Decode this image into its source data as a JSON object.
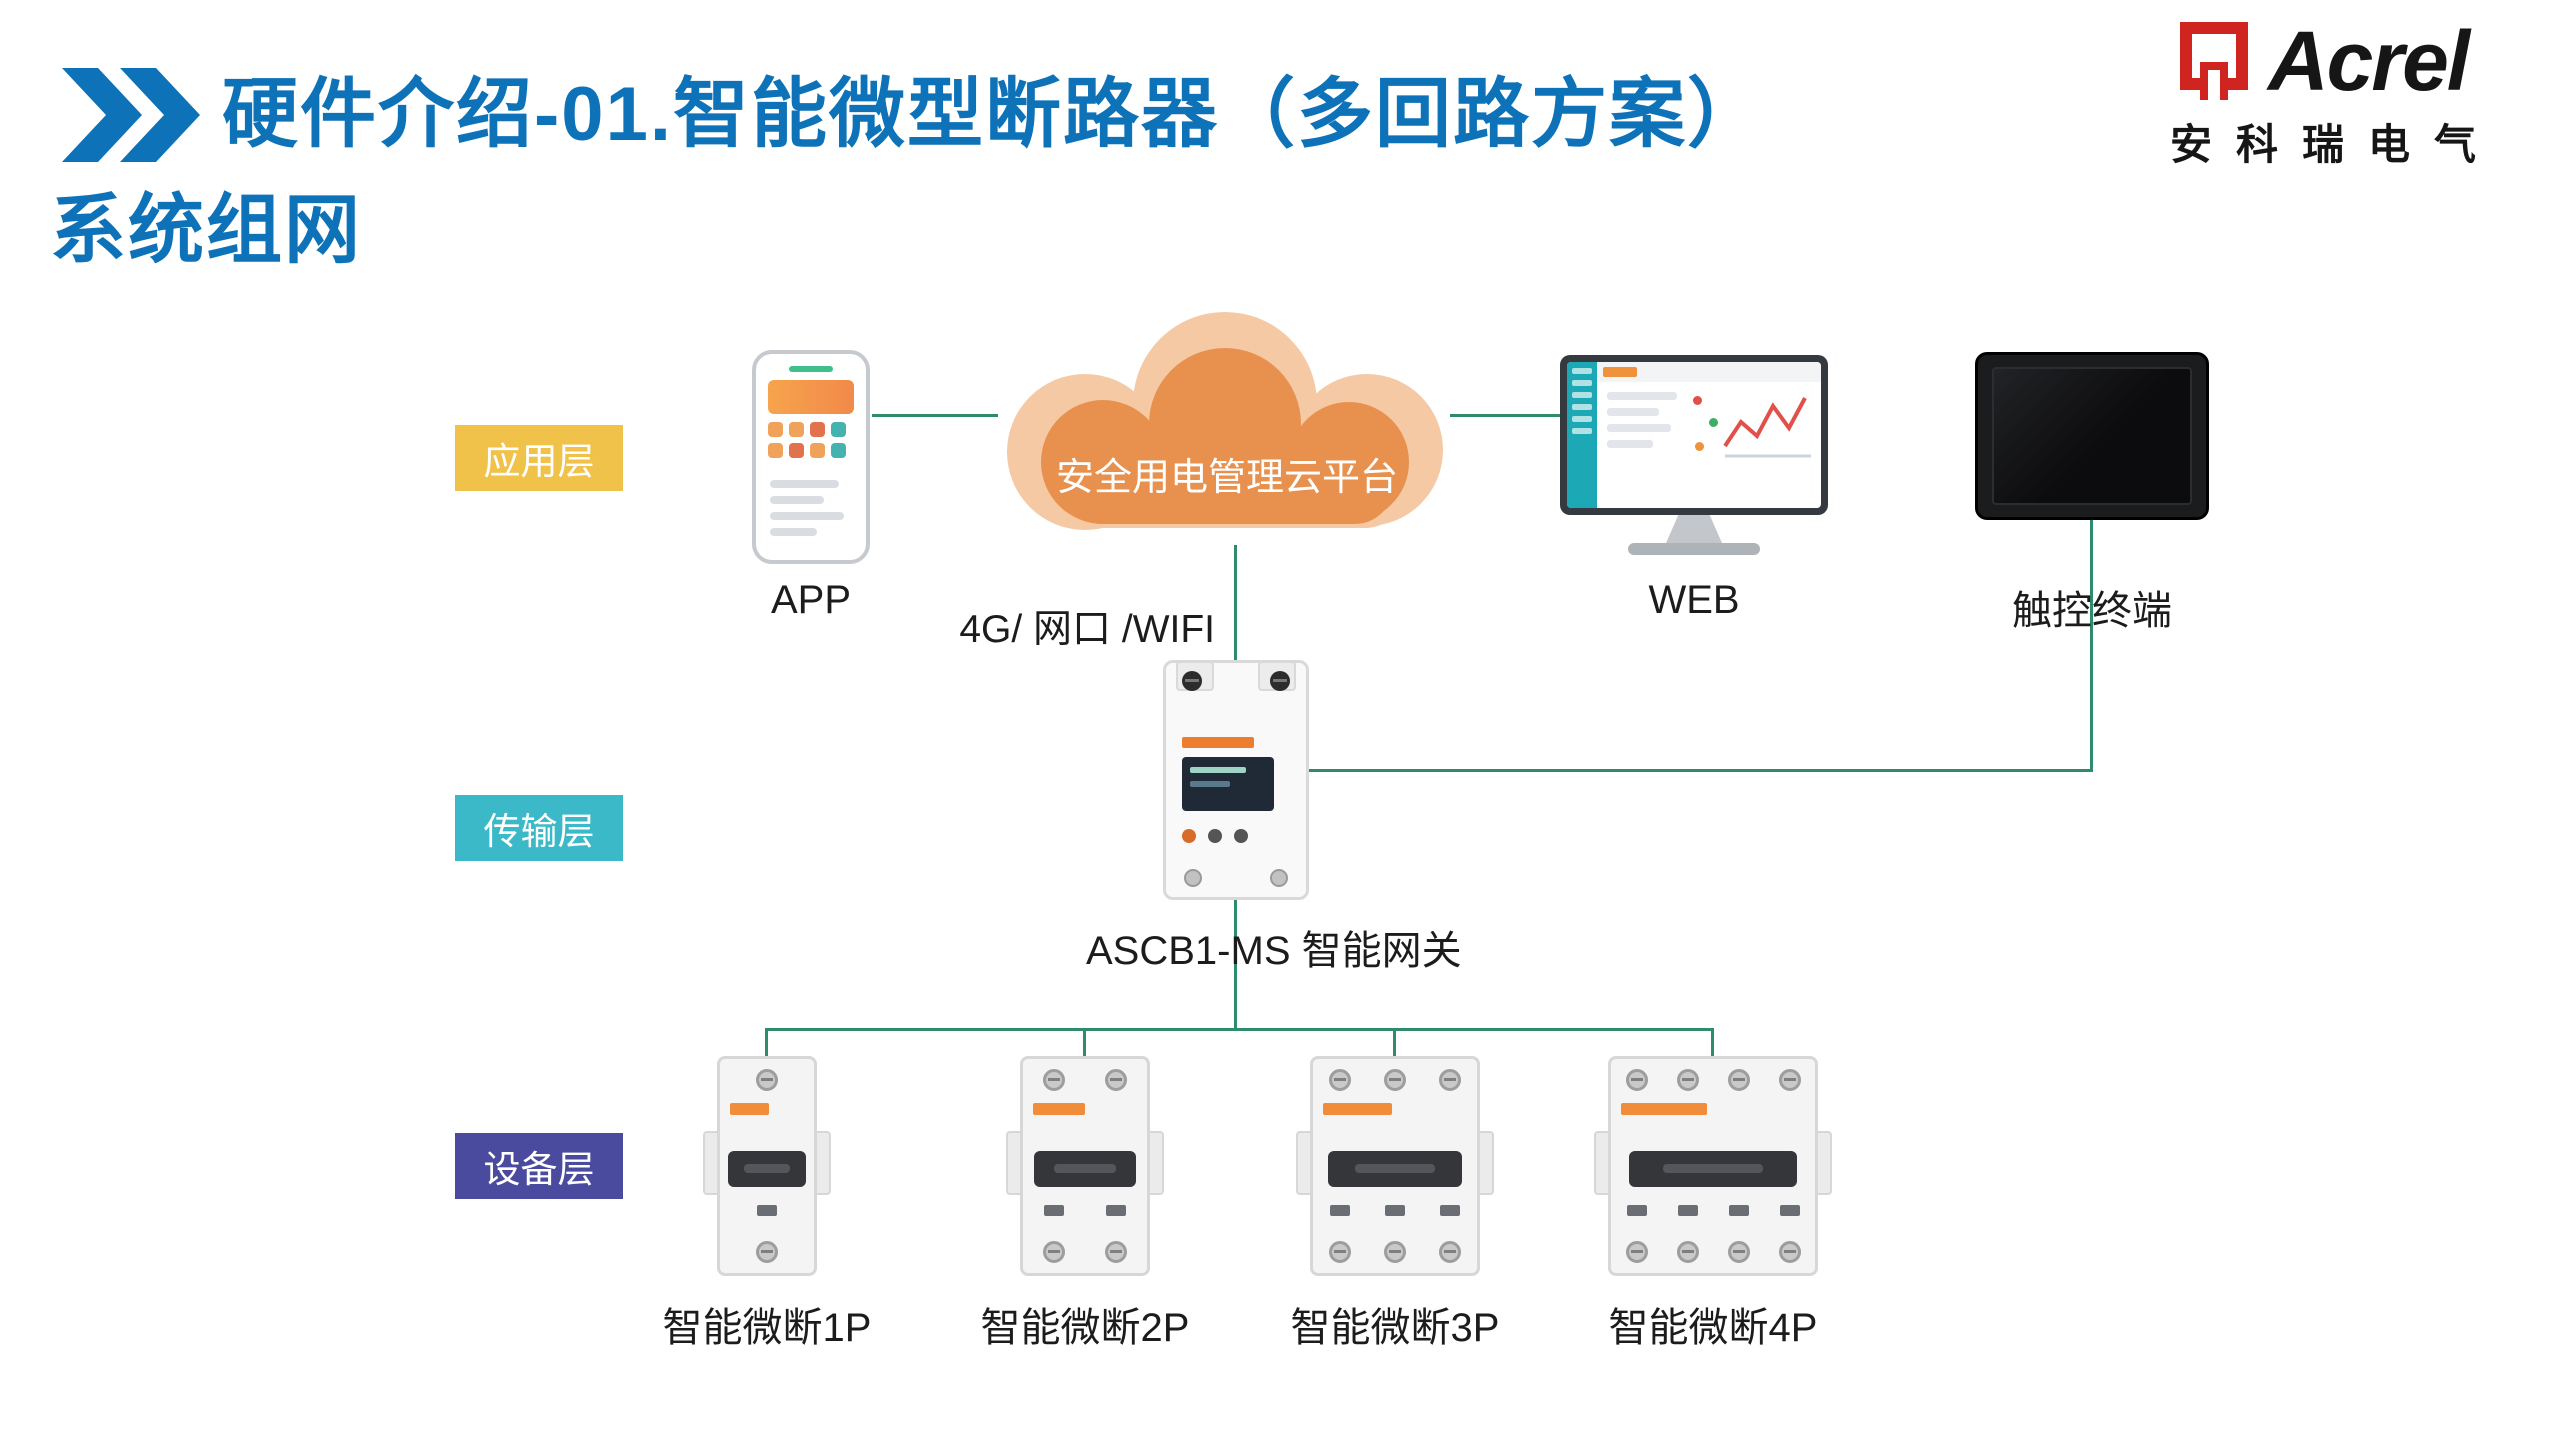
{
  "header": {
    "title": "硬件介绍-01.智能微型断路器（多回路方案）",
    "subtitle": "系统组网"
  },
  "logo": {
    "brand": "Acrel",
    "company": "安科瑞电气"
  },
  "layers": {
    "application": "应用层",
    "transmission": "传输层",
    "device": "设备层"
  },
  "diagram": {
    "app_label": "APP",
    "cloud_label": "安全用电管理云平台",
    "web_label": "WEB",
    "terminal_label": "触控终端",
    "uplink_label": "4G/ 网口 /WIFI",
    "gateway_label": "ASCB1-MS 智能网关",
    "breakers": [
      {
        "label": "智能微断1P",
        "poles": 1
      },
      {
        "label": "智能微断2P",
        "poles": 2
      },
      {
        "label": "智能微断3P",
        "poles": 3
      },
      {
        "label": "智能微断4P",
        "poles": 4
      }
    ]
  },
  "colors": {
    "title_blue": "#0e72b8",
    "acrel_red": "#cf2420",
    "layer_application": "#f0c24a",
    "layer_transmission": "#3cb9c8",
    "layer_device": "#4a4b9e",
    "cloud_orange": "#e8914e",
    "cloud_light_orange": "#f4c9a4",
    "connector_teal": "#2e8b6e"
  }
}
